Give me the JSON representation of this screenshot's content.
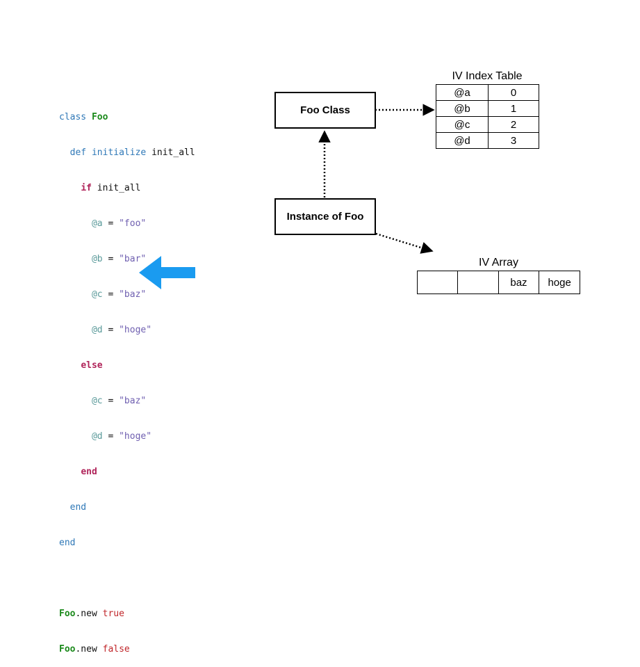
{
  "code": {
    "line1": {
      "kw": "class",
      "name": "Foo"
    },
    "line2": {
      "kw": "def",
      "method": "initialize",
      "arg": "init_all"
    },
    "line3": {
      "kw": "if",
      "cond": "init_all"
    },
    "if_body": [
      {
        "ivar": "@a",
        "op": " = ",
        "val": "\"foo\""
      },
      {
        "ivar": "@b",
        "op": " = ",
        "val": "\"bar\""
      },
      {
        "ivar": "@c",
        "op": " = ",
        "val": "\"baz\""
      },
      {
        "ivar": "@d",
        "op": " = ",
        "val": "\"hoge\""
      }
    ],
    "else_kw": "else",
    "else_body": [
      {
        "ivar": "@c",
        "op": " = ",
        "val": "\"baz\""
      },
      {
        "ivar": "@d",
        "op": " = ",
        "val": "\"hoge\""
      }
    ],
    "end_kw": "end",
    "calls": [
      {
        "cls": "Foo",
        "method": ".new ",
        "arg": "true"
      },
      {
        "cls": "Foo",
        "method": ".new ",
        "arg": "false"
      }
    ]
  },
  "arrow_color": "#1a9bf0",
  "foo_class_label": "Foo Class",
  "instance_label": "Instance of Foo",
  "iv_index_table": {
    "title": "IV Index Table",
    "rows": [
      {
        "name": "@a",
        "index": "0"
      },
      {
        "name": "@b",
        "index": "1"
      },
      {
        "name": "@c",
        "index": "2"
      },
      {
        "name": "@d",
        "index": "3"
      }
    ]
  },
  "iv_array": {
    "title": "IV Array",
    "cells": [
      "",
      "",
      "baz",
      "hoge"
    ]
  }
}
